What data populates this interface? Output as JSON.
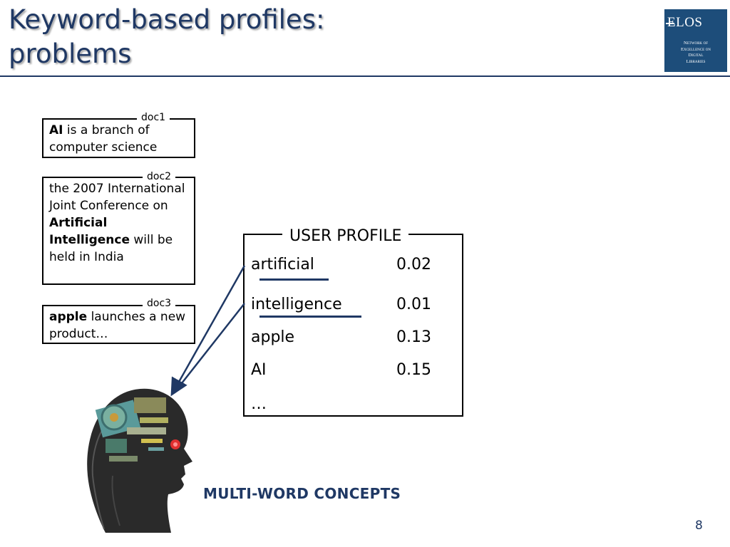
{
  "slide": {
    "title_line1": "Keyword-based profiles:",
    "title_line2": "problems",
    "page_number": "8",
    "callout": "MULTI-WORD CONCEPTS"
  },
  "logo": {
    "name": "ELOS",
    "sub": [
      "Network of",
      "Excellence on",
      "Digital",
      "Libraries"
    ]
  },
  "docs": [
    {
      "label": "doc1",
      "bold1": "AI",
      "text1": " is a branch of computer science"
    },
    {
      "label": "doc2",
      "pre": "the 2007 International Joint Conference on ",
      "bold1": "Artificial Intelligence",
      "text1": " will be held in India"
    },
    {
      "label": "doc3",
      "bold1": "apple",
      "text1": " launches a new product…"
    }
  ],
  "profile": {
    "title": "USER PROFILE",
    "rows": [
      {
        "term": "artificial",
        "weight": "0.02"
      },
      {
        "term": "intelligence",
        "weight": "0.01"
      },
      {
        "term": "apple",
        "weight": "0.13"
      },
      {
        "term": "AI",
        "weight": "0.15"
      },
      {
        "term": "…",
        "weight": ""
      }
    ]
  },
  "colors": {
    "title": "#1f3864",
    "logo_bg": "#1d4d7a",
    "arrow": "#1f3864"
  }
}
